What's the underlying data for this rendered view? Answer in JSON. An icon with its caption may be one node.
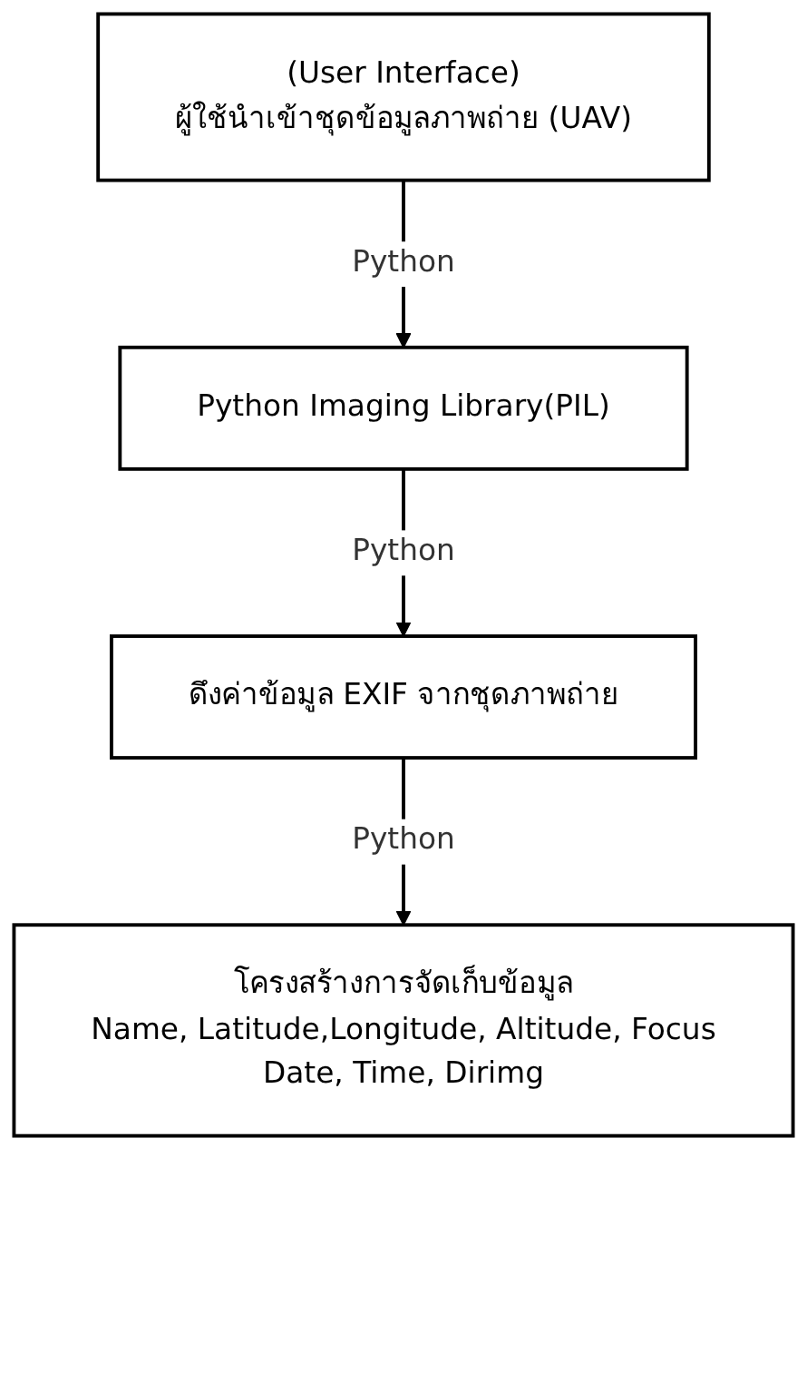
{
  "diagram": {
    "nodes": [
      {
        "text": [
          "(User Interface)",
          "ผู้ใช้นำเข้าชุดข้อมูลภาพถ่าย (UAV)"
        ]
      },
      {
        "text": [
          "Python Imaging Library(PIL)"
        ]
      },
      {
        "text": [
          "ดึงค่าข้อมูล EXIF จากชุดภาพถ่าย"
        ]
      },
      {
        "text": [
          "โครงสร้างการจัดเก็บข้อมูล",
          "Name, Latitude,Longitude, Altitude, Focus",
          "Date, Time, Dirimg"
        ]
      }
    ],
    "edges": [
      {
        "from": 0,
        "to": 1,
        "arrow": "to",
        "label": "Python"
      },
      {
        "from": 1,
        "to": 2,
        "arrow": "to",
        "label": "Python"
      },
      {
        "from": 2,
        "to": 3,
        "arrow": "to",
        "label": "Python"
      }
    ]
  }
}
